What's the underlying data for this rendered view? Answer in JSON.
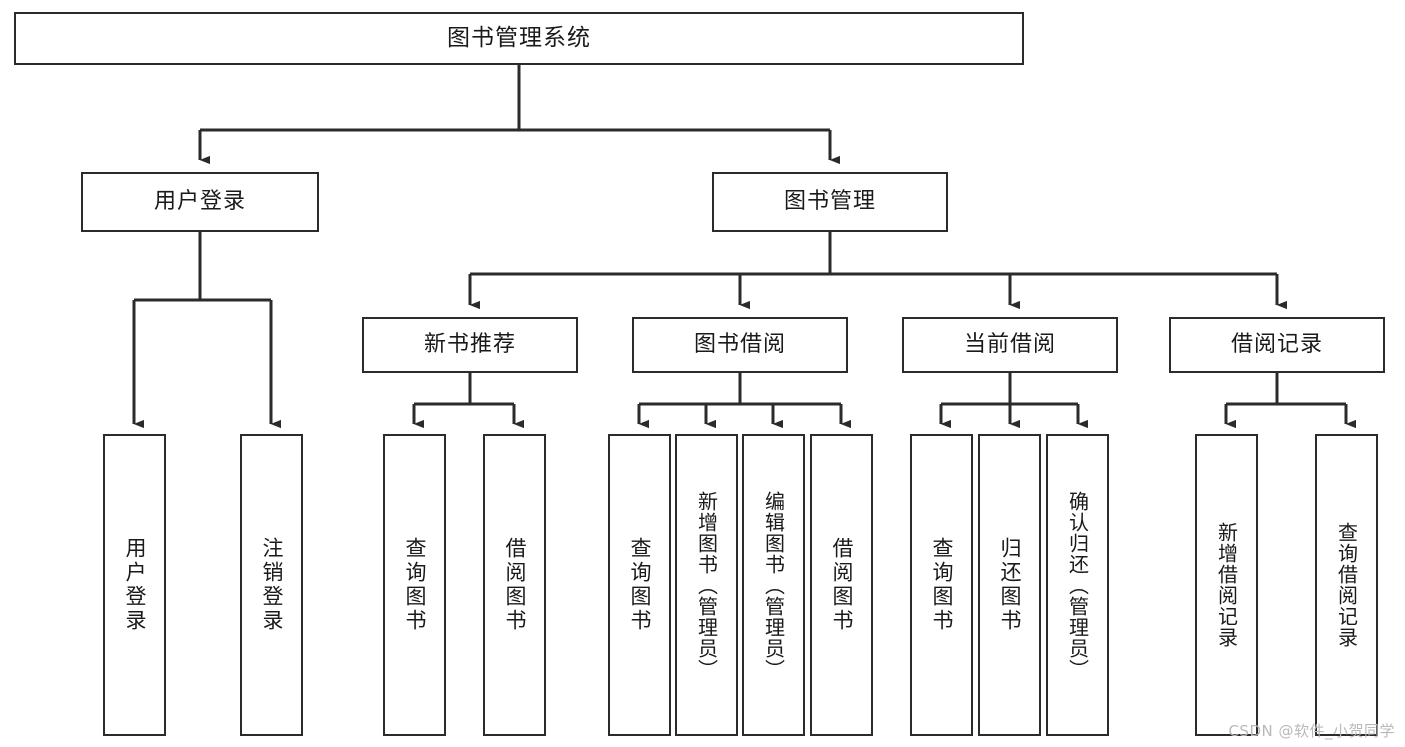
{
  "diagram": {
    "title": "图书管理系统",
    "type": "tree-hierarchy-chart",
    "colors": {
      "box_border": "#2b2b2b",
      "box_fill": "#ffffff",
      "edge": "#2b2b2b",
      "background": "#ffffff",
      "watermark": "#b9b9b9"
    },
    "root": {
      "label": "图书管理系统"
    },
    "level2": [
      {
        "label": "用户登录"
      },
      {
        "label": "图书管理"
      }
    ],
    "level3": [
      {
        "label": "新书推荐"
      },
      {
        "label": "图书借阅"
      },
      {
        "label": "当前借阅"
      },
      {
        "label": "借阅记录"
      }
    ],
    "leaves": {
      "user_login": [
        {
          "label": "用户登录"
        },
        {
          "label": "注销登录"
        }
      ],
      "new_book_recommend": [
        {
          "label": "查询图书"
        },
        {
          "label": "借阅图书"
        }
      ],
      "book_borrow": [
        {
          "label": "查询图书"
        },
        {
          "label": "新增图书（管理员）"
        },
        {
          "label": "编辑图书（管理员）"
        },
        {
          "label": "借阅图书"
        }
      ],
      "current_borrow": [
        {
          "label": "查询图书"
        },
        {
          "label": "归还图书"
        },
        {
          "label": "确认归还（管理员）"
        }
      ],
      "borrow_record": [
        {
          "label": "新增借阅记录"
        },
        {
          "label": "查询借阅记录"
        }
      ]
    }
  },
  "watermark": {
    "text": "CSDN @软件_小贺同学"
  }
}
